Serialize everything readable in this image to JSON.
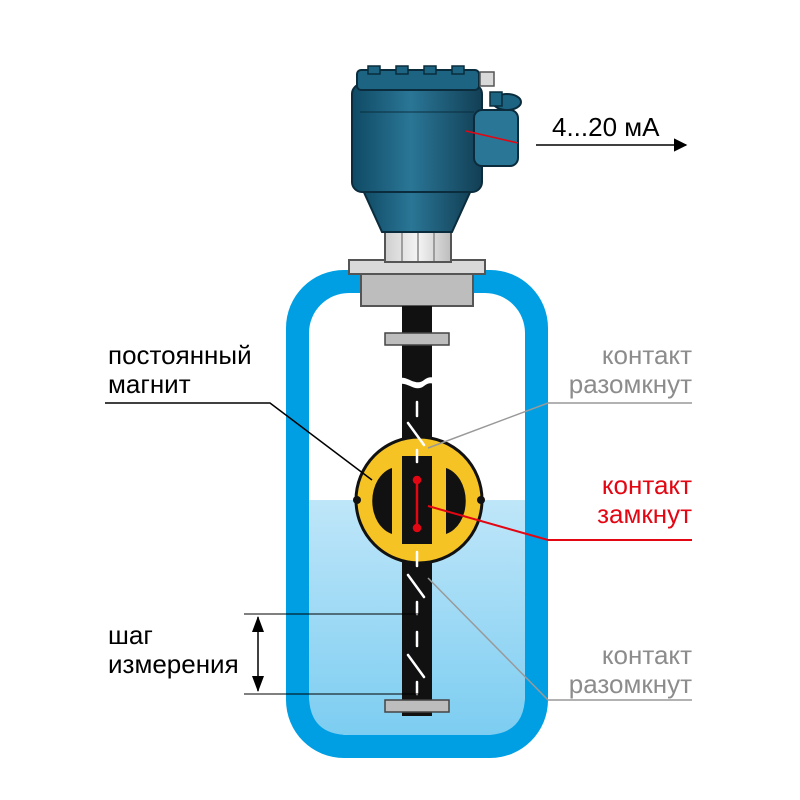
{
  "diagram": {
    "output_signal": "4...20 мА",
    "magnet": [
      "постоянный",
      "магнит"
    ],
    "contact_open_top": [
      "контакт",
      "разомкнут"
    ],
    "contact_closed": [
      "контакт",
      "замкнут"
    ],
    "contact_open_bottom": [
      "контакт",
      "разомкнут"
    ],
    "step": [
      "шаг",
      "измерения"
    ]
  },
  "colors": {
    "tank": "#009fe3",
    "liquid": "#8fd3f3",
    "housing": "#1b5f7d",
    "rod": "#111111",
    "float": "#f6c325",
    "closed_contact": "#e30613",
    "open_leader": "#999999",
    "label_dark": "#000000",
    "label_gray": "#8c8c8c"
  }
}
